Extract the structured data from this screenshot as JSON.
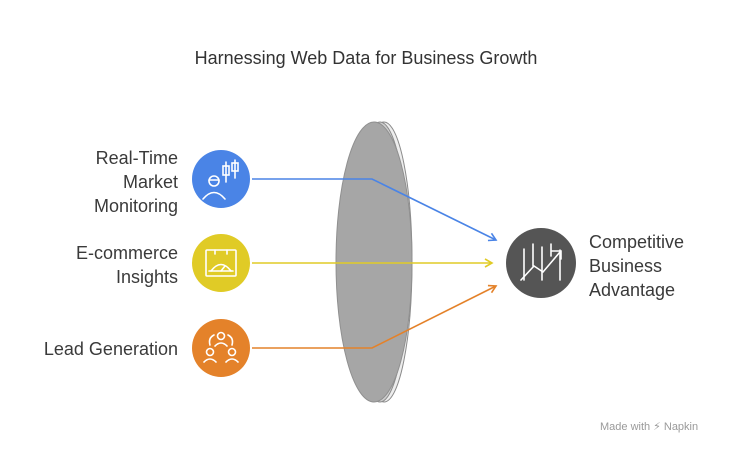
{
  "title": "Harnessing Web Data for Business Growth",
  "inputs": [
    {
      "lines": [
        "Real-Time",
        "Market",
        "Monitoring"
      ],
      "color": "#4a84e6",
      "icon": "market-monitoring-icon"
    },
    {
      "lines": [
        "E-commerce",
        "Insights"
      ],
      "color": "#e0cb26",
      "icon": "ecommerce-dashboard-icon"
    },
    {
      "lines": [
        "Lead Generation"
      ],
      "color": "#e4822a",
      "icon": "lead-network-icon"
    }
  ],
  "output": {
    "lines": [
      "Competitive",
      "Business",
      "Advantage"
    ],
    "color": "#555555",
    "icon": "growth-chart-icon"
  },
  "lens": {
    "color": "#a6a6a6",
    "edge": "#8a8a8a"
  },
  "watermark": {
    "prefix": "Made with",
    "brand": "Napkin"
  }
}
